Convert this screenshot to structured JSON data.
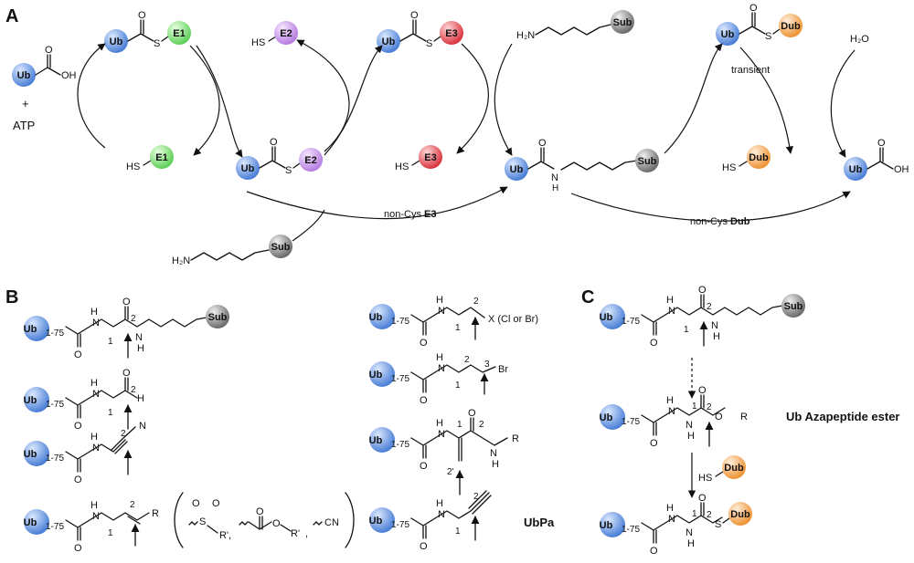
{
  "panels": {
    "a": "A",
    "b": "B",
    "c": "C"
  },
  "balls": {
    "ub": "Ub",
    "ub175": "Ub",
    "sub_range": "1-75",
    "e1": "E1",
    "e2": "E2",
    "e3": "E3",
    "sub": "Sub",
    "dub": "Dub"
  },
  "colors": {
    "ub": "#5b8fe0",
    "e1": "#7ee07a",
    "e2": "#c98ee8",
    "e3": "#e8525a",
    "sub": "#8a8a8a",
    "dub": "#f0a550"
  },
  "atoms": {
    "O": "O",
    "OH": "OH",
    "S": "S",
    "HS": "HS",
    "H": "H",
    "N": "N",
    "H2N": "H₂N",
    "H2O": "H₂O",
    "CN": "CN",
    "Br": "Br",
    "R": "R",
    "R_prime": "R'",
    "R_prime_comma": "R',",
    "comma": ","
  },
  "panel_a": {
    "plus": "+",
    "atp": "ATP",
    "transient": "transient",
    "non_cys_e3_prefix": "non-Cys ",
    "non_cys_e3_bold": "E3",
    "non_cys_dub_prefix": "non-Cys ",
    "non_cys_dub_bold": "Dub"
  },
  "panel_b": {
    "x_label": "X (Cl or Br)",
    "ubpa": "UbPa",
    "positions": {
      "one": "1",
      "two": "2",
      "three": "3",
      "two_prime": "2'"
    }
  },
  "panel_c": {
    "azapeptide": "Ub Azapeptide ester"
  }
}
